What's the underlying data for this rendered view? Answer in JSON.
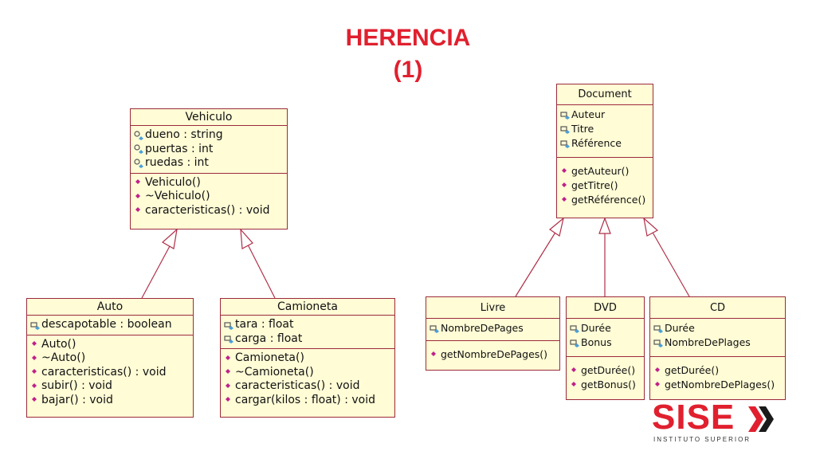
{
  "title": {
    "line1": "HERENCIA",
    "line2": "(1)"
  },
  "vehiculo": {
    "name": "Vehiculo",
    "attributes": [
      "dueno : string",
      "puertas : int",
      "ruedas : int"
    ],
    "methods": [
      "Vehiculo()",
      "~Vehiculo()",
      "caracteristicas() : void"
    ]
  },
  "auto": {
    "name": "Auto",
    "attributes": [
      "descapotable : boolean"
    ],
    "methods": [
      "Auto()",
      "~Auto()",
      "caracteristicas() : void",
      "subir() : void",
      "bajar() : void"
    ]
  },
  "camioneta": {
    "name": "Camioneta",
    "attributes": [
      "tara : float",
      "carga : float"
    ],
    "methods": [
      "Camioneta()",
      "~Camioneta()",
      "caracteristicas() : void",
      "cargar(kilos : float) : void"
    ]
  },
  "document": {
    "name": "Document",
    "attributes": [
      "Auteur",
      "Titre",
      "Référence"
    ],
    "methods": [
      "getAuteur()",
      "getTitre()",
      "getRéférence()"
    ]
  },
  "livre": {
    "name": "Livre",
    "attributes": [
      "NombreDePages"
    ],
    "methods": [
      "getNombreDePages()"
    ]
  },
  "dvd": {
    "name": "DVD",
    "attributes": [
      "Durée",
      "Bonus"
    ],
    "methods": [
      "getDurée()",
      "getBonus()"
    ]
  },
  "cd": {
    "name": "CD",
    "attributes": [
      "Durée",
      "NombreDePlages"
    ],
    "methods": [
      "getDurée()",
      "getNombreDePlages()"
    ]
  },
  "logo": {
    "word": "SISE",
    "tagline": "INSTITUTO SUPERIOR"
  },
  "colors": {
    "title": "#e0202e",
    "box_fill": "#fffcd6",
    "box_border": "#9b2a3c",
    "arrow": "#b03048",
    "method_icon": "#c0208a",
    "attr_icon": "#4aa0d8"
  }
}
